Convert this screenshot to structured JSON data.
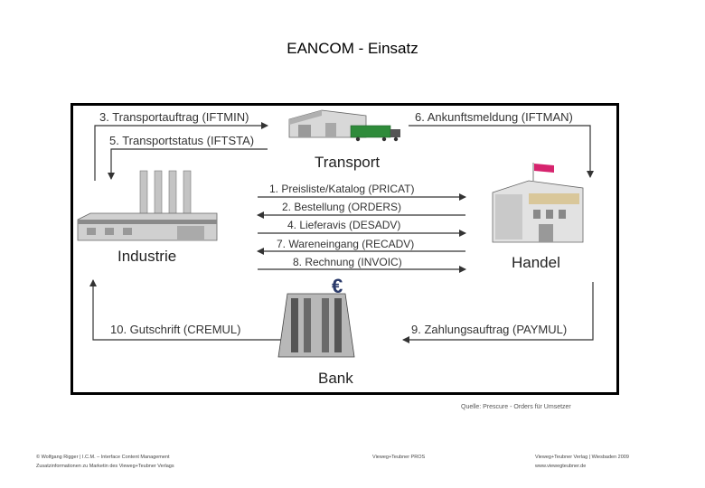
{
  "title": "EANCOM - Einsatz",
  "diagram": {
    "nodes": {
      "transport": "Transport",
      "industrie": "Industrie",
      "handel": "Handel",
      "bank": "Bank"
    },
    "flows": {
      "f3": "3. Transportauftrag (IFTMIN)",
      "f5": "5. Transportstatus (IFTSTA)",
      "f6": "6. Ankunftsmeldung (IFTMAN)",
      "f1": "1. Preisliste/Katalog (PRICAT)",
      "f2": "2. Bestellung (ORDERS)",
      "f4": "4. Lieferavis (DESADV)",
      "f7": "7. Wareneingang (RECADV)",
      "f8": "8. Rechnung (INVOIC)",
      "f10": "10. Gutschrift (CREMUL)",
      "f9": "9. Zahlungsauftrag (PAYMUL)"
    },
    "euro_symbol": "€",
    "colors": {
      "truck": "#2e8b3a",
      "flag": "#d6246e"
    }
  },
  "source": "Quelle: Prescure - Orders für Umsetzer",
  "footer": {
    "left_line1": "© Wolfgang Rigger | I.C.M. – Interface Content Management",
    "left_line2": "Zusatzinformationen zu Marketin des Vieweg+Teubner Verlags",
    "center": "Vieweg+Teubner PROS",
    "right_line1": "Vieweg+Teubner Verlag | Wiesbaden 2009",
    "right_line2": "www.viewegteubner.de"
  }
}
